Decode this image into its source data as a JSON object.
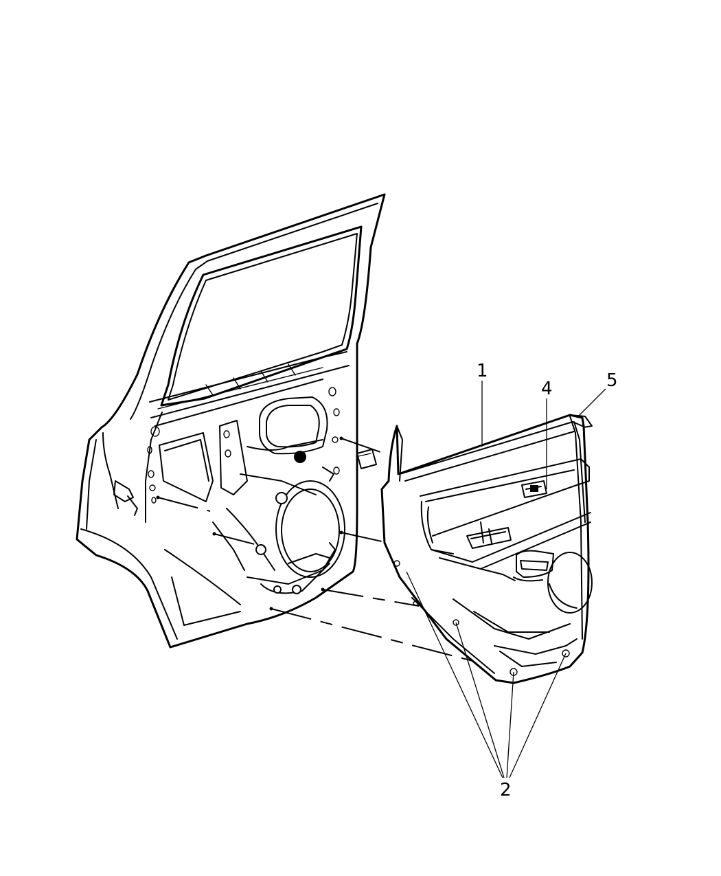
{
  "diagram": {
    "callouts": {
      "trim_panel": "1",
      "push_pins": "2",
      "switch": "4",
      "panel_end": "5"
    }
  }
}
